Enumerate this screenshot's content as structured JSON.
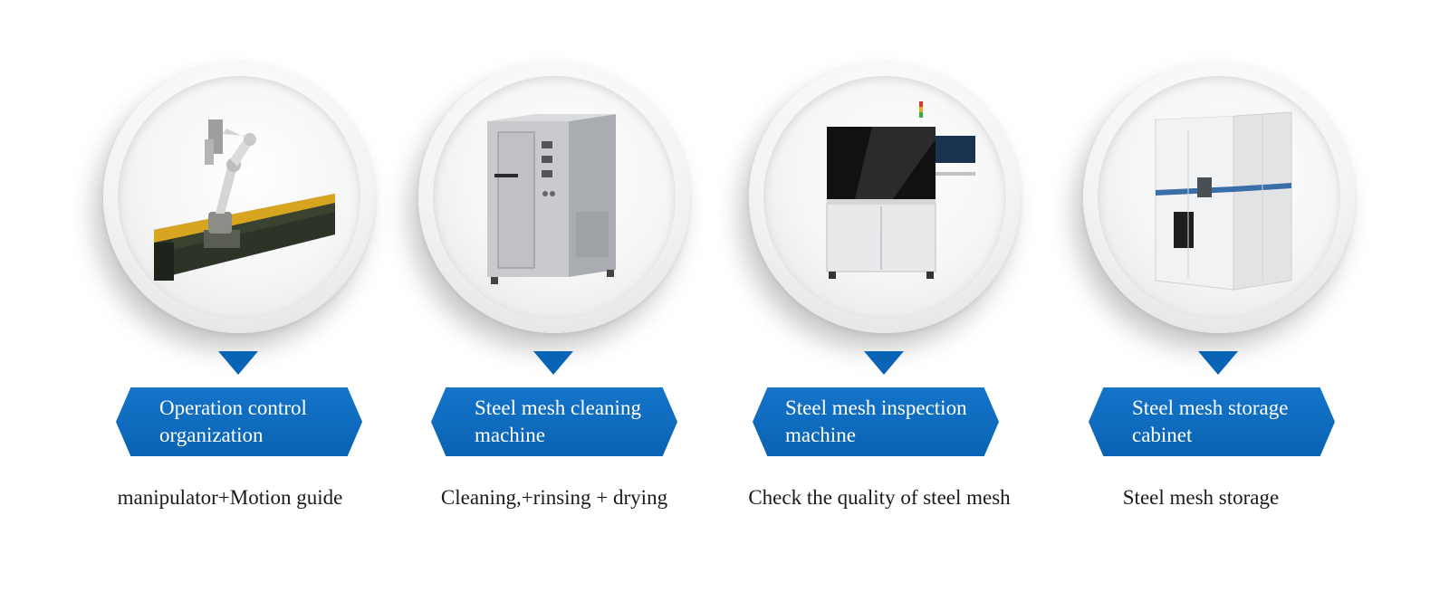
{
  "items": [
    {
      "title": "Operation control organization",
      "title_lines": "Operation control\norganization",
      "description": "manipulator+Motion guide",
      "image_icon": "robot-arm-on-rail"
    },
    {
      "title": "Steel mesh cleaning machine",
      "title_lines": "Steel mesh cleaning\nmachine",
      "description": "Cleaning,+rinsing + drying",
      "image_icon": "cleaning-machine"
    },
    {
      "title": "Steel mesh inspection machine",
      "title_lines": "Steel mesh inspection\nmachine",
      "description": "Check the quality of steel mesh",
      "image_icon": "inspection-machine"
    },
    {
      "title": "Steel mesh storage cabinet",
      "title_lines": "Steel mesh storage\ncabinet",
      "description": "Steel mesh storage",
      "image_icon": "storage-cabinet"
    }
  ],
  "colors": {
    "accent": "#0a64b6",
    "text": "#1a1a1a",
    "background": "#ffffff"
  }
}
